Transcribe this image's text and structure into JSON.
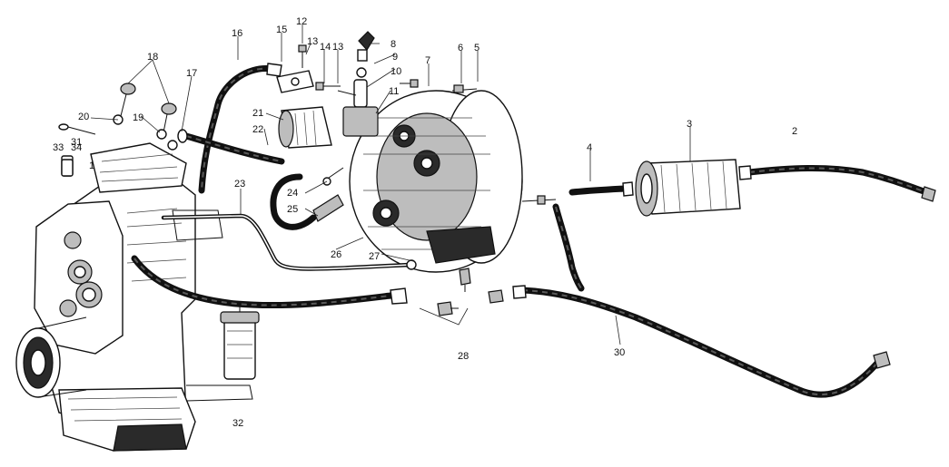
{
  "callouts": [
    {
      "id": "1",
      "text": "1"
    },
    {
      "id": "2",
      "text": "2"
    },
    {
      "id": "3",
      "text": "3"
    },
    {
      "id": "4",
      "text": "4"
    },
    {
      "id": "5",
      "text": "5"
    },
    {
      "id": "6",
      "text": "6"
    },
    {
      "id": "7",
      "text": "7"
    },
    {
      "id": "8",
      "text": "8"
    },
    {
      "id": "9",
      "text": "9"
    },
    {
      "id": "10",
      "text": "10"
    },
    {
      "id": "11",
      "text": "11"
    },
    {
      "id": "12",
      "text": "12"
    },
    {
      "id": "13a",
      "text": "13"
    },
    {
      "id": "13b",
      "text": "13"
    },
    {
      "id": "14",
      "text": "14"
    },
    {
      "id": "15",
      "text": "15"
    },
    {
      "id": "16",
      "text": "16"
    },
    {
      "id": "17",
      "text": "17"
    },
    {
      "id": "18",
      "text": "18"
    },
    {
      "id": "19",
      "text": "19"
    },
    {
      "id": "20",
      "text": "20"
    },
    {
      "id": "21",
      "text": "21"
    },
    {
      "id": "22",
      "text": "22"
    },
    {
      "id": "23",
      "text": "23"
    },
    {
      "id": "24",
      "text": "24"
    },
    {
      "id": "25",
      "text": "25"
    },
    {
      "id": "26",
      "text": "26"
    },
    {
      "id": "27",
      "text": "27"
    },
    {
      "id": "28",
      "text": "28"
    },
    {
      "id": "30",
      "text": "30"
    },
    {
      "id": "31",
      "text": "31"
    },
    {
      "id": "32",
      "text": "32"
    },
    {
      "id": "33",
      "text": "33"
    },
    {
      "id": "34",
      "text": "34"
    }
  ]
}
